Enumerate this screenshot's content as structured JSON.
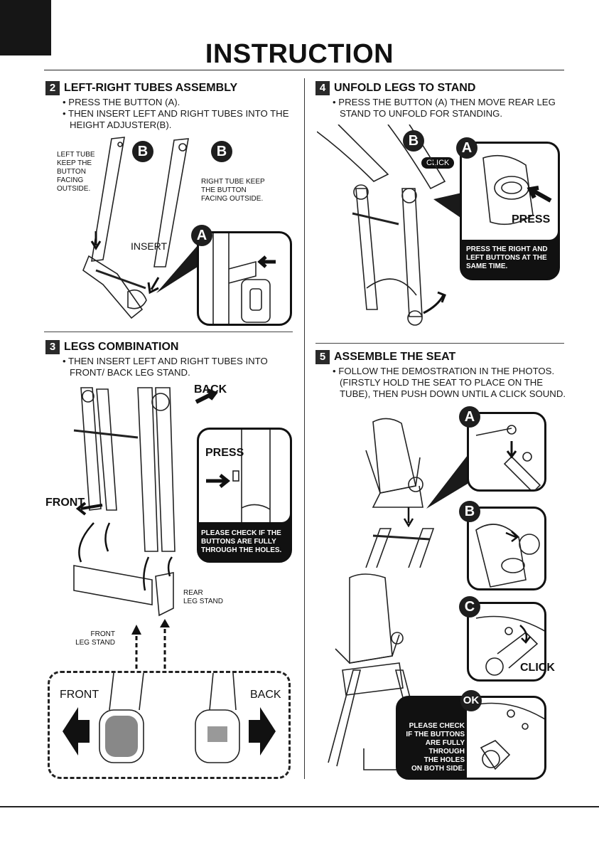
{
  "page": {
    "title": "INSTRUCTION"
  },
  "step2": {
    "number": "2",
    "heading": "LEFT-RIGHT TUBES ASSEMBLY",
    "bullets": [
      "• PRESS THE BUTTON (A).",
      "• THEN INSERT LEFT AND RIGHT TUBES INTO THE HEIGHT ADJUSTER(B)."
    ],
    "left_tube_note": "LEFT TUBE\nKEEP THE\nBUTTON\nFACING\nOUTSIDE.",
    "right_tube_note": "RIGHT TUBE KEEP\nTHE BUTTON\nFACING OUTSIDE.",
    "insert_label": "INSERT",
    "marker_b1": "B",
    "marker_b2": "B",
    "marker_a": "A"
  },
  "step3": {
    "number": "3",
    "heading": "LEGS COMBINATION",
    "bullets": [
      "• THEN INSERT LEFT AND RIGHT TUBES INTO FRONT/ BACK LEG STAND."
    ],
    "back_label": "BACK",
    "front_label": "FRONT",
    "press_label": "PRESS",
    "check_note": "PLEASE CHECK IF THE\nBUTTONS ARE FULLY\nTHROUGH THE HOLES.",
    "rear_leg_label": "REAR\nLEG STAND",
    "front_leg_label": "FRONT\nLEG STAND",
    "detail_front": "FRONT",
    "detail_back": "BACK"
  },
  "step4": {
    "number": "4",
    "heading": "UNFOLD LEGS TO STAND",
    "bullets": [
      "• PRESS THE BUTTON (A) THEN MOVE REAR LEG STAND TO UNFOLD FOR STANDING."
    ],
    "click_label": "CLICK",
    "press_label": "PRESS",
    "note": "PRESS THE RIGHT AND\nLEFT BUTTONS AT THE\nSAME TIME.",
    "marker_a": "A",
    "marker_b": "B"
  },
  "step5": {
    "number": "5",
    "heading": "ASSEMBLE THE SEAT",
    "bullets": [
      "• FOLLOW THE DEMOSTRATION IN THE PHOTOS. (FIRSTLY HOLD THE SEAT TO PLACE ON THE TUBE), THEN PUSH DOWN UNTIL A CLICK SOUND."
    ],
    "marker_a": "A",
    "marker_b": "B",
    "marker_c": "C",
    "marker_ok": "OK",
    "click_label": "CLICK",
    "ok_note": "PLEASE CHECK\nIF THE BUTTONS\nARE FULLY\nTHROUGH\nTHE HOLES\nON BOTH SIDE."
  }
}
